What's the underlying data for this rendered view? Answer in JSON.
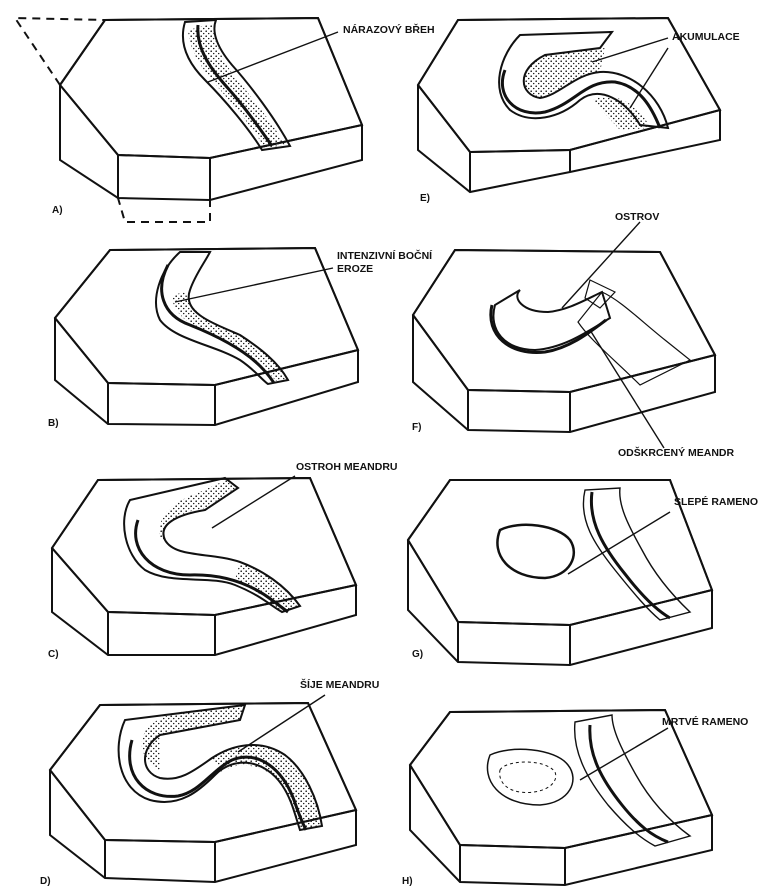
{
  "panels": [
    {
      "id": "A",
      "letter": "A)",
      "label": "NÁRAZOVÝ BŘEH"
    },
    {
      "id": "B",
      "letter": "B)",
      "label_lines": [
        "INTENZIVNÍ BOČNÍ",
        "EROZE"
      ]
    },
    {
      "id": "C",
      "letter": "C)",
      "label": "OSTROH MEANDRU"
    },
    {
      "id": "D",
      "letter": "D)",
      "label": "ŠÍJE MEANDRU"
    },
    {
      "id": "E",
      "letter": "E)",
      "label": "AKUMULACE"
    },
    {
      "id": "F",
      "letter": "F)",
      "label": "OSTROV",
      "label2": "ODŠKRCENÝ MEANDR"
    },
    {
      "id": "G",
      "letter": "G)",
      "label": "SLEPÉ RAMENO"
    },
    {
      "id": "H",
      "letter": "H)",
      "label": "MRTVÉ RAMENO"
    }
  ]
}
